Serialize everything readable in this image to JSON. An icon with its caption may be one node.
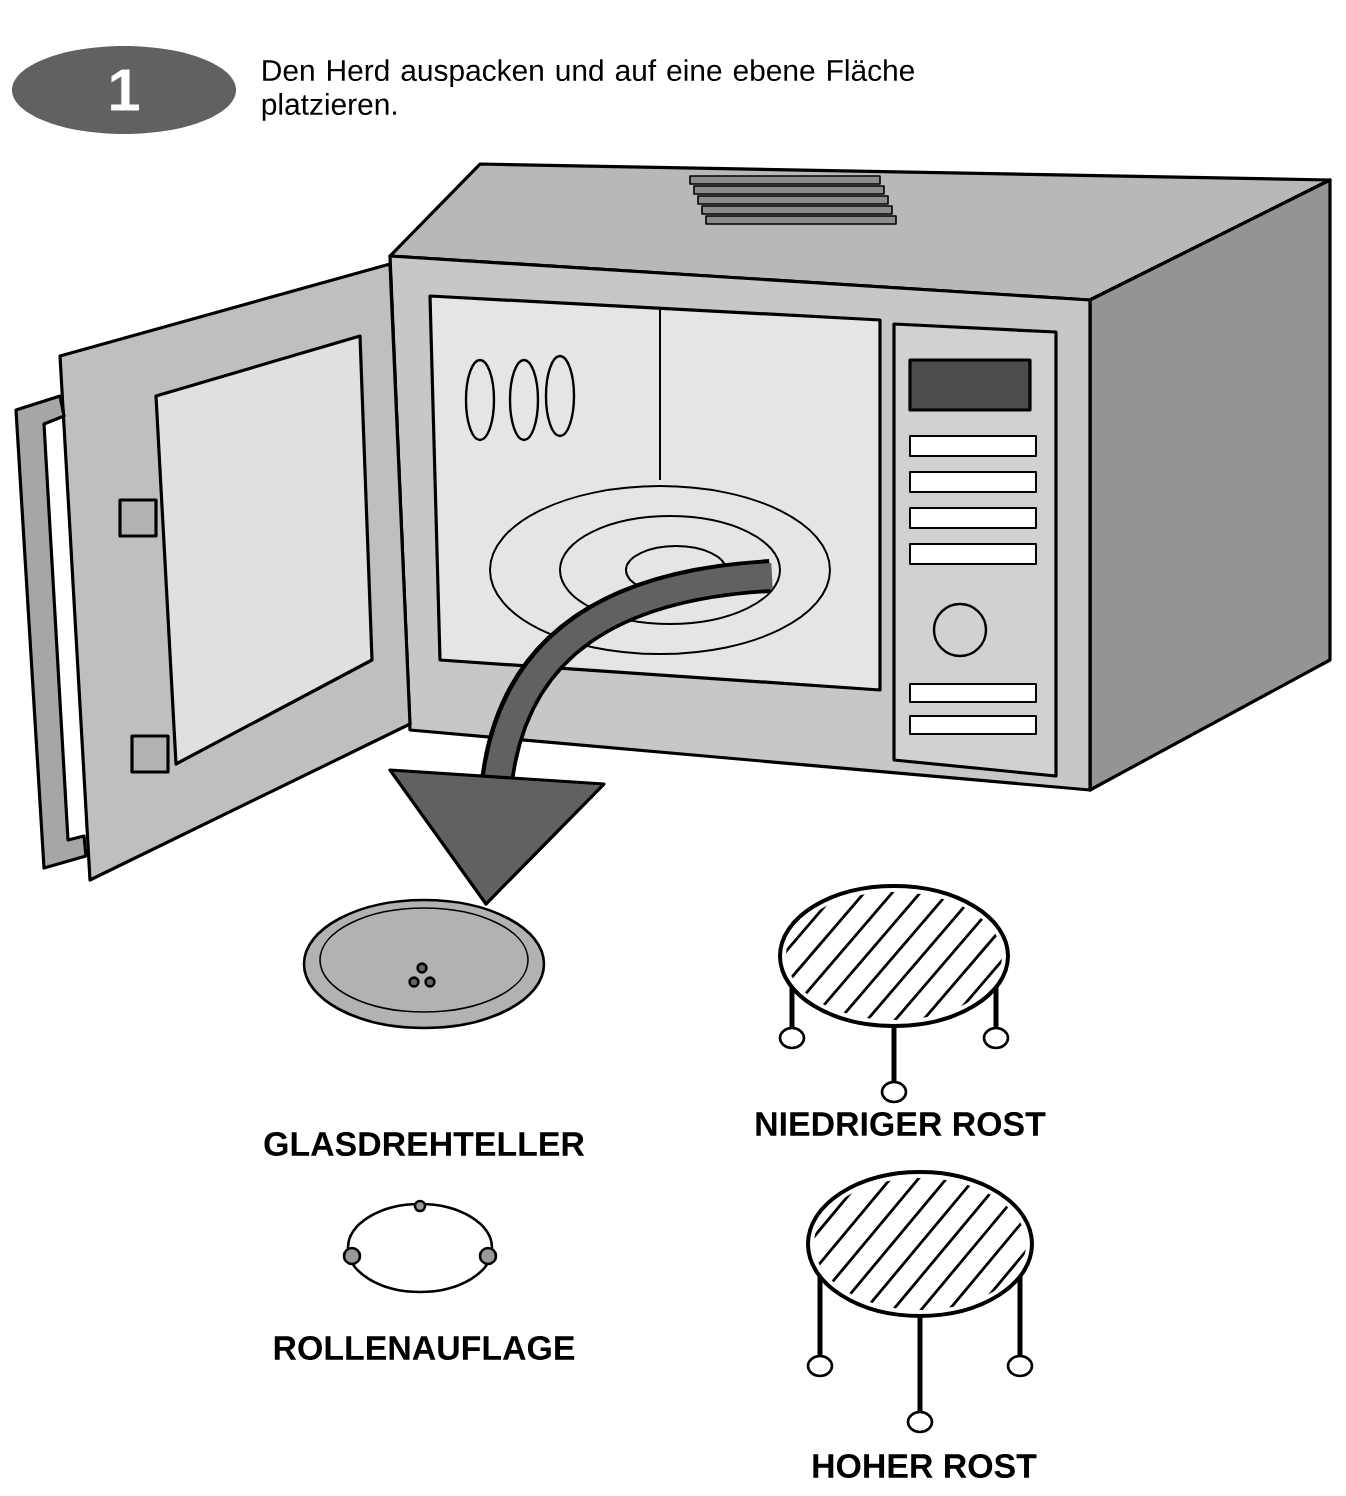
{
  "diagram": {
    "nodes": [
      {
        "text": [
          "1"
        ],
        "beside": [
          "Den Herd auspacken und auf eine ebene Fläche platzieren."
        ]
      }
    ],
    "labels": [
      "GLASDREHTELLER",
      "NIEDRIGER ROST",
      "ROLLENAUFLAGE",
      "HOHER ROST"
    ]
  }
}
